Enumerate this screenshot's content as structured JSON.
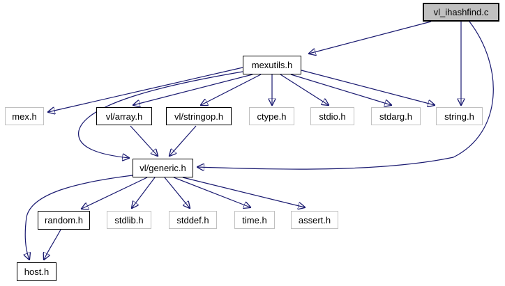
{
  "graph": {
    "edge_color": "#191970",
    "node_style": {
      "current_fill": "#c0c0c0",
      "box_fill": "#ffffff",
      "documented_border": "#000000",
      "external_border": "#c0c0c0",
      "text_color": "#000000"
    },
    "nodes": [
      {
        "id": "vl_ihashfind_c",
        "label": "vl_ihashfind.c",
        "kind": "current"
      },
      {
        "id": "mexutils_h",
        "label": "mexutils.h",
        "kind": "documented"
      },
      {
        "id": "mex_h",
        "label": "mex.h",
        "kind": "external"
      },
      {
        "id": "vl_array_h",
        "label": "vl/array.h",
        "kind": "documented"
      },
      {
        "id": "vl_stringop_h",
        "label": "vl/stringop.h",
        "kind": "documented"
      },
      {
        "id": "ctype_h",
        "label": "ctype.h",
        "kind": "external"
      },
      {
        "id": "stdio_h",
        "label": "stdio.h",
        "kind": "external"
      },
      {
        "id": "stdarg_h",
        "label": "stdarg.h",
        "kind": "external"
      },
      {
        "id": "string_h",
        "label": "string.h",
        "kind": "external"
      },
      {
        "id": "vl_generic_h",
        "label": "vl/generic.h",
        "kind": "documented"
      },
      {
        "id": "random_h",
        "label": "random.h",
        "kind": "documented"
      },
      {
        "id": "stdlib_h",
        "label": "stdlib.h",
        "kind": "external"
      },
      {
        "id": "stddef_h",
        "label": "stddef.h",
        "kind": "external"
      },
      {
        "id": "time_h",
        "label": "time.h",
        "kind": "external"
      },
      {
        "id": "assert_h",
        "label": "assert.h",
        "kind": "external"
      },
      {
        "id": "host_h",
        "label": "host.h",
        "kind": "documented"
      }
    ],
    "edges": [
      {
        "from": "vl_ihashfind.c",
        "to": "mexutils.h"
      },
      {
        "from": "vl_ihashfind.c",
        "to": "string.h"
      },
      {
        "from": "vl_ihashfind.c",
        "to": "vl/generic.h"
      },
      {
        "from": "mexutils.h",
        "to": "mex.h"
      },
      {
        "from": "mexutils.h",
        "to": "vl/generic.h"
      },
      {
        "from": "mexutils.h",
        "to": "vl/array.h"
      },
      {
        "from": "mexutils.h",
        "to": "vl/stringop.h"
      },
      {
        "from": "mexutils.h",
        "to": "ctype.h"
      },
      {
        "from": "mexutils.h",
        "to": "stdio.h"
      },
      {
        "from": "mexutils.h",
        "to": "stdarg.h"
      },
      {
        "from": "mexutils.h",
        "to": "string.h"
      },
      {
        "from": "vl/array.h",
        "to": "vl/generic.h"
      },
      {
        "from": "vl/stringop.h",
        "to": "vl/generic.h"
      },
      {
        "from": "vl/generic.h",
        "to": "random.h"
      },
      {
        "from": "vl/generic.h",
        "to": "stdlib.h"
      },
      {
        "from": "vl/generic.h",
        "to": "stddef.h"
      },
      {
        "from": "vl/generic.h",
        "to": "time.h"
      },
      {
        "from": "vl/generic.h",
        "to": "assert.h"
      },
      {
        "from": "vl/generic.h",
        "to": "host.h"
      },
      {
        "from": "random.h",
        "to": "host.h"
      }
    ]
  }
}
